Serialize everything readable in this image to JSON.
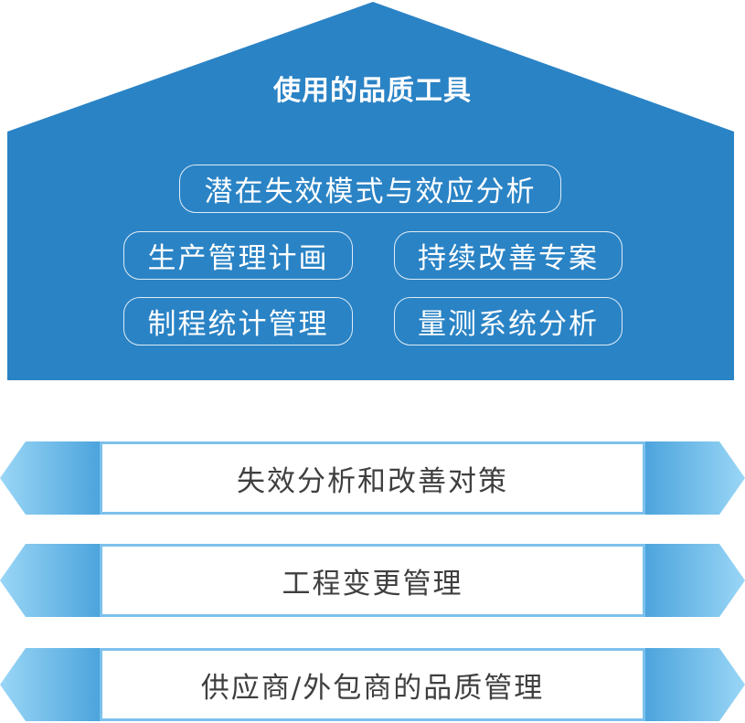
{
  "colors": {
    "house_blue": "#2a83c5",
    "band_light": "#8fd0f4",
    "band_dark": "#4aa3dc",
    "band_border": "#7cc1ec",
    "band_text": "#3f3f3f"
  },
  "house": {
    "title": "使用的品质工具",
    "tools": {
      "fmea": "潜在失效模式与效应分析",
      "production_plan": "生产管理计画",
      "continuous_improvement": "持续改善专案",
      "spc": "制程统计管理",
      "msa": "量测系统分析"
    }
  },
  "foundations": [
    {
      "label": "失效分析和改善对策"
    },
    {
      "label": "工程变更管理"
    },
    {
      "label": "供应商/外包商的品质管理"
    }
  ]
}
